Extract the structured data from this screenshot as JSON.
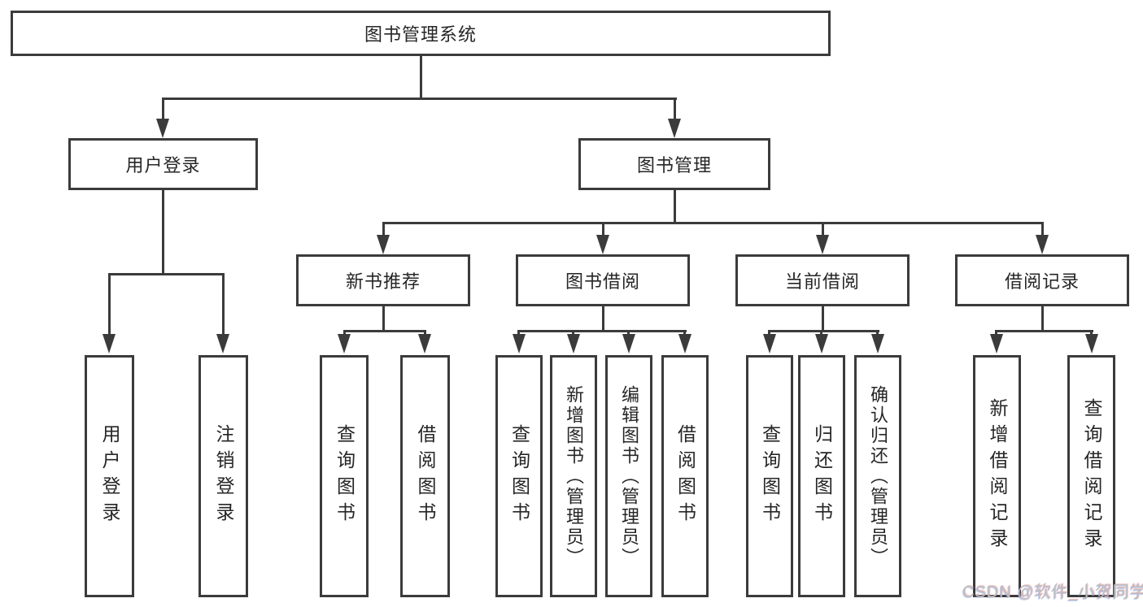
{
  "nodes": {
    "root": "图书管理系统",
    "user_login": "用户登录",
    "book_mgmt": "图书管理",
    "new_book_rec": "新书推荐",
    "book_borrow": "图书借阅",
    "current_borrow": "当前借阅",
    "borrow_record": "借阅记录",
    "leaf_user_login": "用户登录",
    "leaf_logout": "注销登录",
    "nb_query_book": "查询图书",
    "nb_borrow_book": "借阅图书",
    "bb_query_book": "查询图书",
    "bb_add_book": "新增图书（管理员）",
    "bb_edit_book": "编辑图书（管理员）",
    "bb_borrow_book": "借阅图书",
    "cb_query_book": "查询图书",
    "cb_return_book": "归还图书",
    "cb_confirm_return": "确认归还（管理员）",
    "br_add_record": "新增借阅记录",
    "br_query_record": "查询借阅记录"
  },
  "watermark": "CSDN @软件_小贺同学",
  "colors": {
    "line": "#3b3b3b",
    "text": "#262626",
    "watermark": "#bdbdbd",
    "background": "#ffffff"
  }
}
